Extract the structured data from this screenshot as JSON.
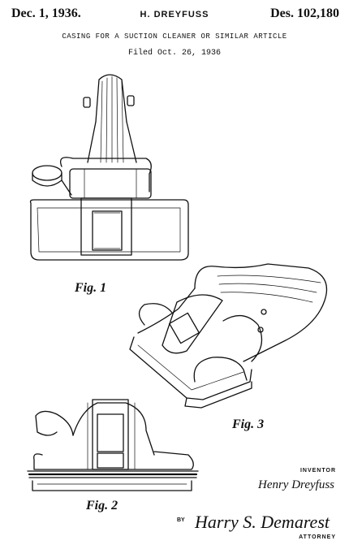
{
  "header": {
    "date": "Dec. 1, 1936.",
    "inventor_header": "H. DREYFUSS",
    "design_number": "Des. 102,180",
    "title": "CASING FOR A SUCTION CLEANER OR SIMILAR ARTICLE",
    "filed": "Filed Oct. 26, 1936"
  },
  "figures": {
    "fig1": "Fig. 1",
    "fig2": "Fig. 2",
    "fig3": "Fig. 3"
  },
  "footer": {
    "inventor_label": "INVENTOR",
    "inventor_name": "Henry Dreyfuss",
    "by": "BY",
    "attorney_signature": "Harry S. Demarest",
    "attorney_label": "ATTORNEY"
  }
}
